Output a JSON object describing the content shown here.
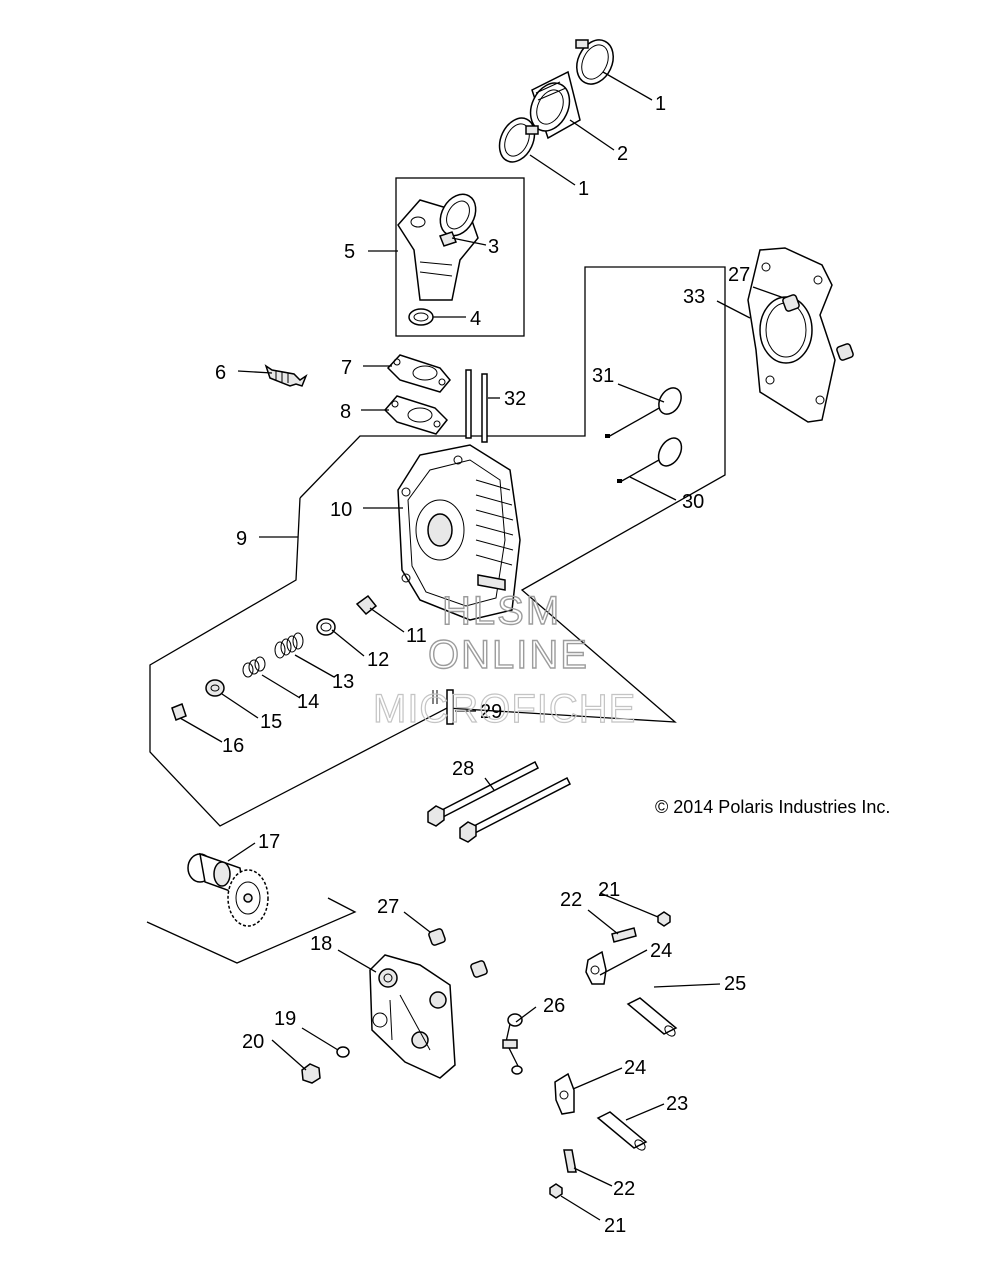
{
  "copyright": "© 2014 Polaris Industries Inc.",
  "watermark": {
    "line1": "HLSM",
    "line2": "ONLINE",
    "line3": "MICROFICHE"
  },
  "callouts": {
    "c1a": "1",
    "c1b": "1",
    "c2": "2",
    "c3": "3",
    "c4": "4",
    "c5": "5",
    "c6": "6",
    "c7": "7",
    "c8": "8",
    "c9": "9",
    "c10": "10",
    "c11": "11",
    "c12": "12",
    "c13": "13",
    "c14": "14",
    "c15": "15",
    "c16": "16",
    "c17": "17",
    "c18": "18",
    "c19": "19",
    "c20": "20",
    "c21a": "21",
    "c21b": "21",
    "c22a": "22",
    "c22b": "22",
    "c23": "23",
    "c24a": "24",
    "c24b": "24",
    "c25": "25",
    "c26": "26",
    "c27a": "27",
    "c27b": "27",
    "c28": "28",
    "c29": "29",
    "c30": "30",
    "c31": "31",
    "c32": "32",
    "c33": "33"
  }
}
